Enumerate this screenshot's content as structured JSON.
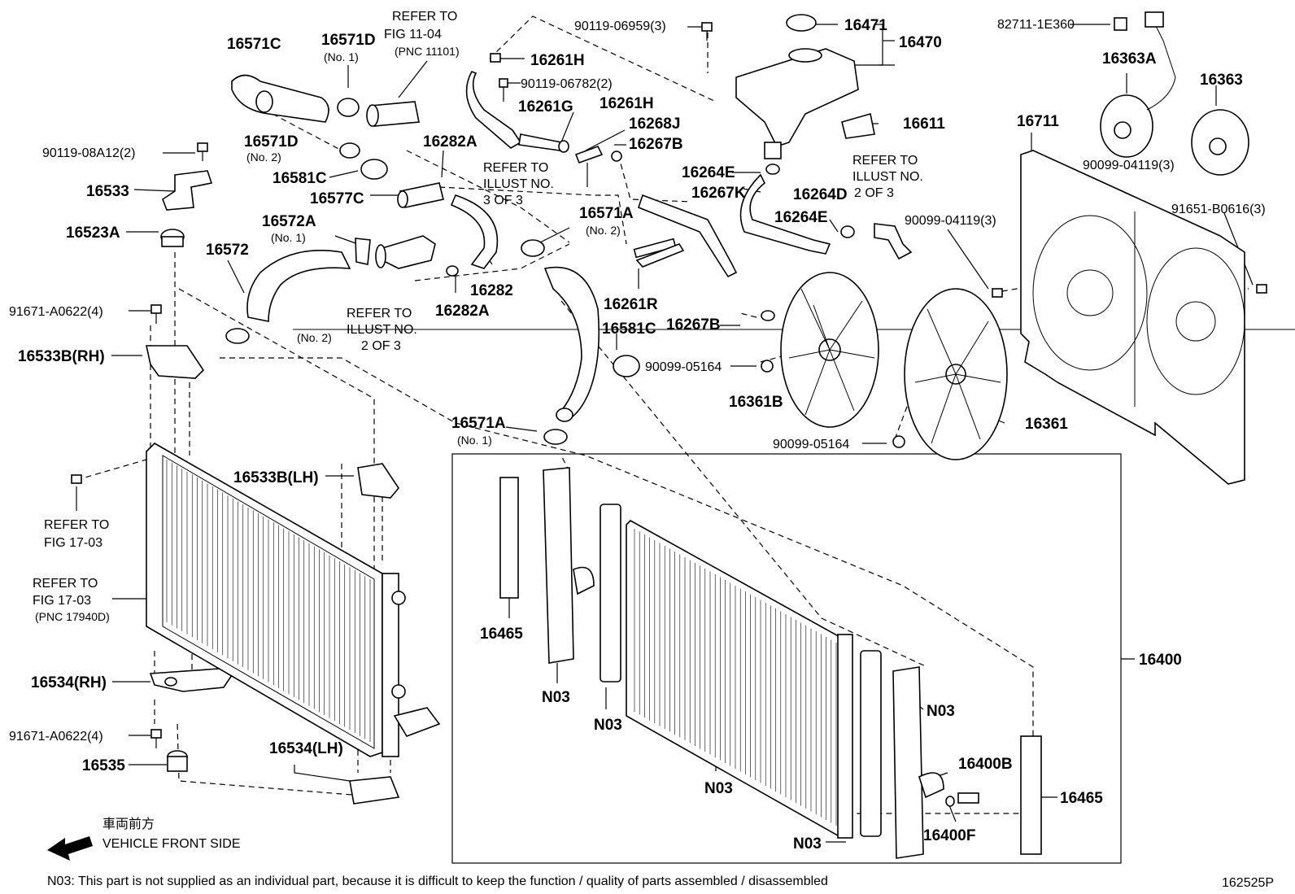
{
  "labels": {
    "p16571C": "16571C",
    "p16571D_top": "16571D",
    "no1_a": "(No. 1)",
    "refer_fig1104_a": "REFER TO",
    "refer_fig1104_b": "FIG 11-04",
    "refer_fig1104_c": "(PNC 11101)",
    "p90119_06959": "90119-06959(3)",
    "p16471": "16471",
    "p16470": "16470",
    "p82711": "82711-1E360",
    "p16261H_a": "16261H",
    "p90119_06782": "90119-06782(2)",
    "p16363A": "16363A",
    "p16363": "16363",
    "p16261G": "16261G",
    "p16261H_b": "16261H",
    "p16268J": "16268J",
    "p16611": "16611",
    "p16711": "16711",
    "p90119_08A12": "90119-08A12(2)",
    "p16571D_mid": "16571D",
    "no2_a": "(No. 2)",
    "p16282A_a": "16282A",
    "p16267B_a": "16267B",
    "p16581C_a": "16581C",
    "refer_illust3_a": "REFER TO",
    "refer_illust3_b": "ILLUST NO.",
    "refer_illust3_c": "3 OF 3",
    "p16264E_a": "16264E",
    "refer_illust2r_a": "REFER TO",
    "refer_illust2r_b": "ILLUST NO.",
    "refer_illust2r_c": "2 OF 3",
    "p90099_04119_a": "90099-04119(3)",
    "p16533": "16533",
    "p16577C": "16577C",
    "p16267K": "16267K",
    "p16264D": "16264D",
    "p16572A": "16572A",
    "no1_b": "(No. 1)",
    "p16571A_a": "16571A",
    "no2_b": "(No. 2)",
    "p16264E_b": "16264E",
    "p90099_04119_b": "90099-04119(3)",
    "p91651": "91651-B0616(3)",
    "p16523A": "16523A",
    "p16572": "16572",
    "p16282": "16282",
    "p16261R": "16261R",
    "p91671_a": "91671-A0622(4)",
    "p16282A_b": "16282A",
    "refer_illust2l_a": "REFER TO",
    "refer_illust2l_b": "ILLUST NO.",
    "refer_illust2l_c": "2 OF 3",
    "no2_c": "(No. 2)",
    "p16581C_b": "16581C",
    "p16267B_b": "16267B",
    "p16533B_RH": "16533B(RH)",
    "p90099_05164_a": "90099-05164",
    "p16361B": "16361B",
    "p16571A_b": "16571A",
    "no1_c": "(No. 1)",
    "p16361": "16361",
    "p90099_05164_b": "90099-05164",
    "p16533B_LH": "16533B(LH)",
    "refer_fig1703a_a": "REFER TO",
    "refer_fig1703a_b": "FIG 17-03",
    "refer_fig1703b_a": "REFER TO",
    "refer_fig1703b_b": "FIG 17-03",
    "refer_fig1703b_c": "(PNC 17940D)",
    "p16465_a": "16465",
    "p16400": "16400",
    "n03_a": "N03",
    "n03_b": "N03",
    "n03_c": "N03",
    "n03_d": "N03",
    "n03_e": "N03",
    "p16534_RH": "16534(RH)",
    "p91671_b": "91671-A0622(4)",
    "p16400B": "16400B",
    "p16465_b": "16465",
    "p16535": "16535",
    "p16534_LH": "16534(LH)",
    "p16400F": "16400F",
    "front_jp": "車両前方",
    "front_en": "VEHICLE FRONT SIDE",
    "footnote": "N03: This part is not supplied as an individual part, because it is difficult to keep the function / quality of parts assembled / disassembled",
    "figure_id": "162525P"
  }
}
